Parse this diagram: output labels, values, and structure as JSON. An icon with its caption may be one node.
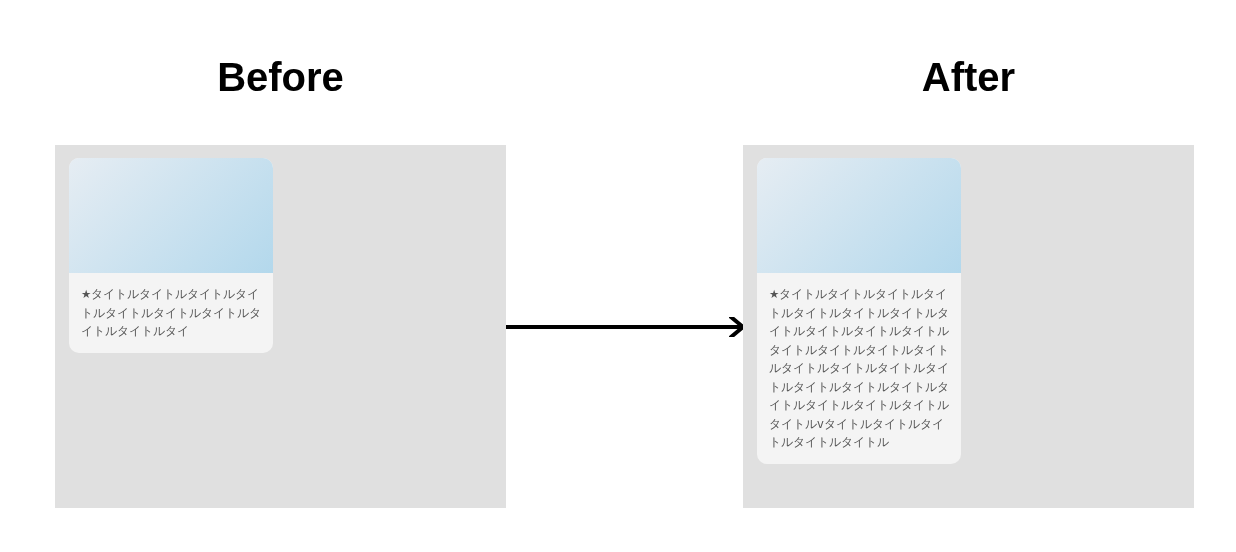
{
  "diagram": {
    "nodes": [
      {
        "text": [
          "Before"
        ]
      },
      {
        "text": [
          "★タイトルタイトルタイトルタイトルタイトルタイトルタイトルタイトルタイトルタイ"
        ],
        "in": 0
      },
      {
        "text": [
          "After"
        ]
      },
      {
        "text": [
          "★タイトルタイトルタイトルタイトルタイトルタイトルタイトルタイトルタイトルタイトルタイトルタイトルタイトルタイトルタイトルタイトルタイトルタイトルタイトルタイトルタイトルタイトルタイトルタイトルタイトルタイトルタイトルvタイトルタイトルタイトルタイトルタイトル"
        ],
        "in": 2
      }
    ],
    "edges": [
      {
        "from": 0,
        "to": 2,
        "arrow": "to"
      }
    ]
  }
}
